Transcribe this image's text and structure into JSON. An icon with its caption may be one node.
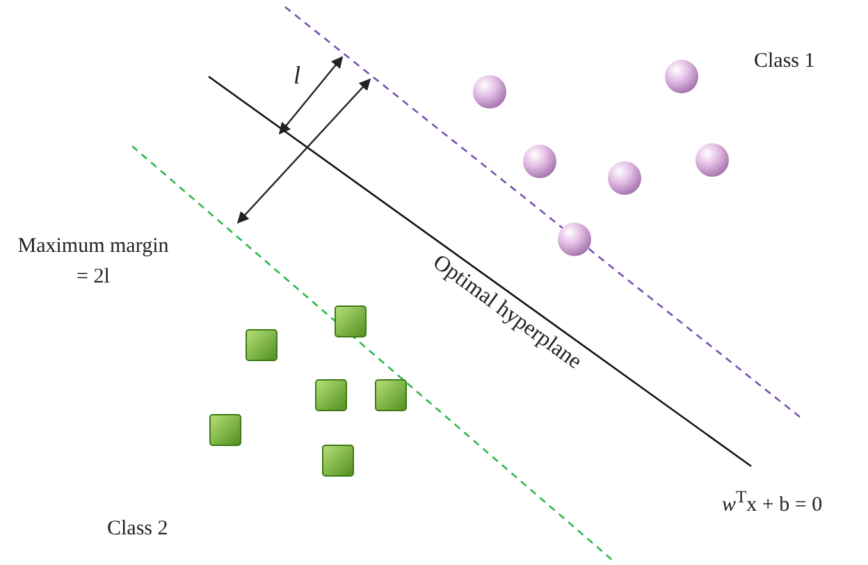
{
  "diagram": {
    "labels": [
      "Class 1",
      "l",
      "Maximum margin = 2l",
      "Optimal hyperplane",
      "*w*$^{T}$x + b = 0",
      "Class 2"
    ]
  }
}
